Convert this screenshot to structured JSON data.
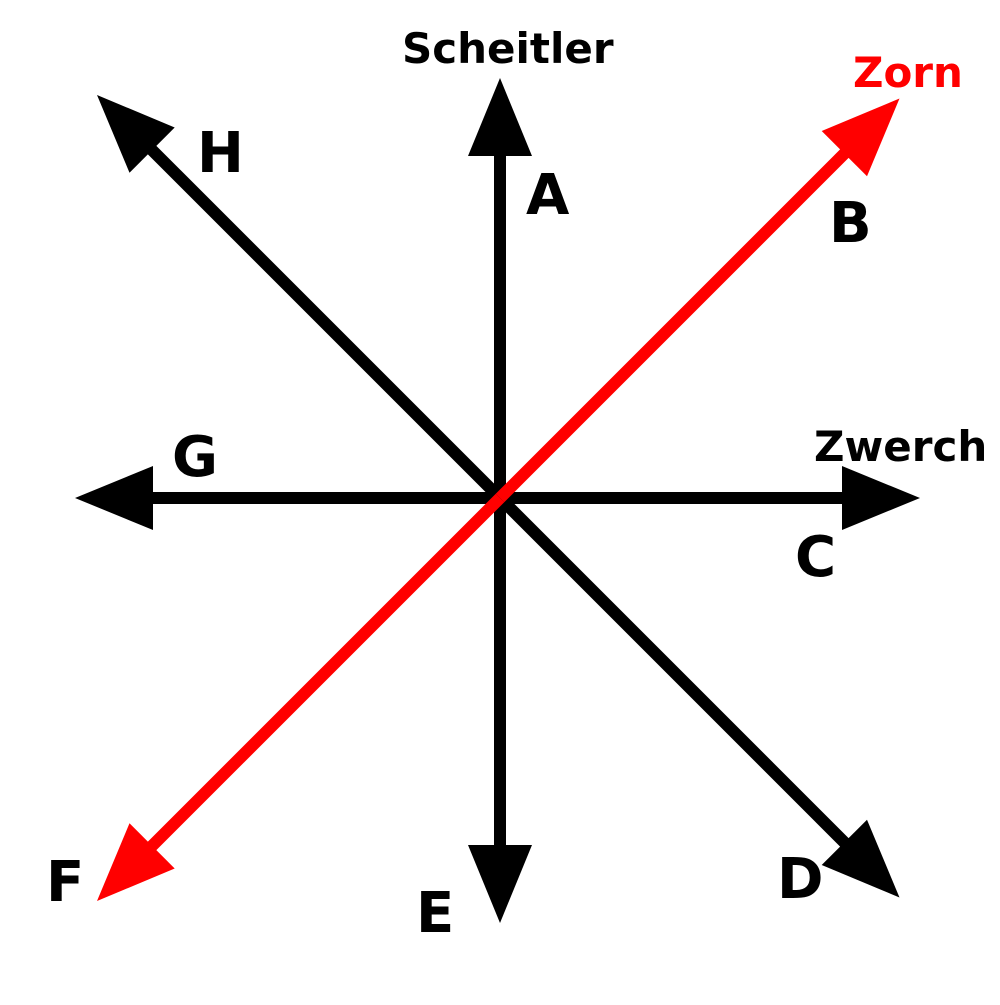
{
  "diagram": {
    "colors": {
      "default": "#000000",
      "highlight": "#ff0000"
    },
    "arrows": [
      {
        "id": "A",
        "label": "A",
        "name": "Scheitler",
        "highlighted": false
      },
      {
        "id": "B",
        "label": "B",
        "name": "Zorn",
        "highlighted": true
      },
      {
        "id": "C",
        "label": "C",
        "name": "Zwerch",
        "highlighted": false
      },
      {
        "id": "D",
        "label": "D",
        "highlighted": false
      },
      {
        "id": "E",
        "label": "E",
        "highlighted": false
      },
      {
        "id": "F",
        "label": "F",
        "highlighted": true
      },
      {
        "id": "G",
        "label": "G",
        "highlighted": false
      },
      {
        "id": "H",
        "label": "H",
        "highlighted": false
      }
    ]
  }
}
